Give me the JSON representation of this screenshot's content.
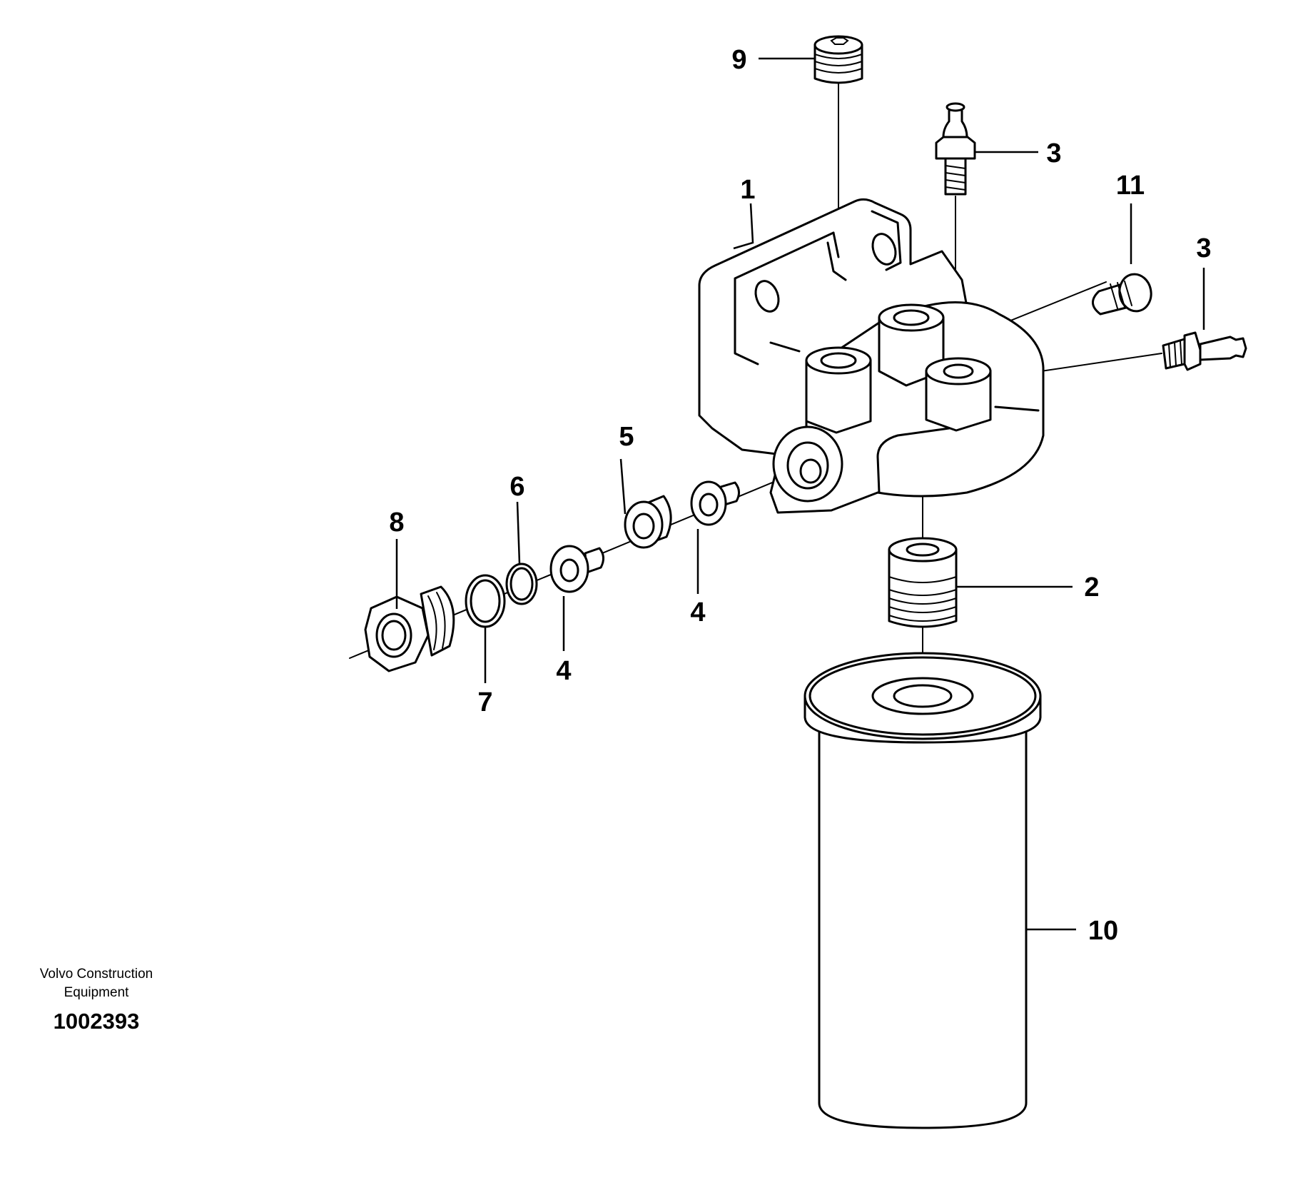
{
  "callouts": {
    "c1": "1",
    "c2": "2",
    "c3a": "3",
    "c3b": "3",
    "c4a": "4",
    "c4b": "4",
    "c5": "5",
    "c6": "6",
    "c7": "7",
    "c8": "8",
    "c9": "9",
    "c10": "10",
    "c11": "11"
  },
  "credit": {
    "line1": "Volvo Construction",
    "line2": "Equipment",
    "doc_number": "1002393"
  }
}
